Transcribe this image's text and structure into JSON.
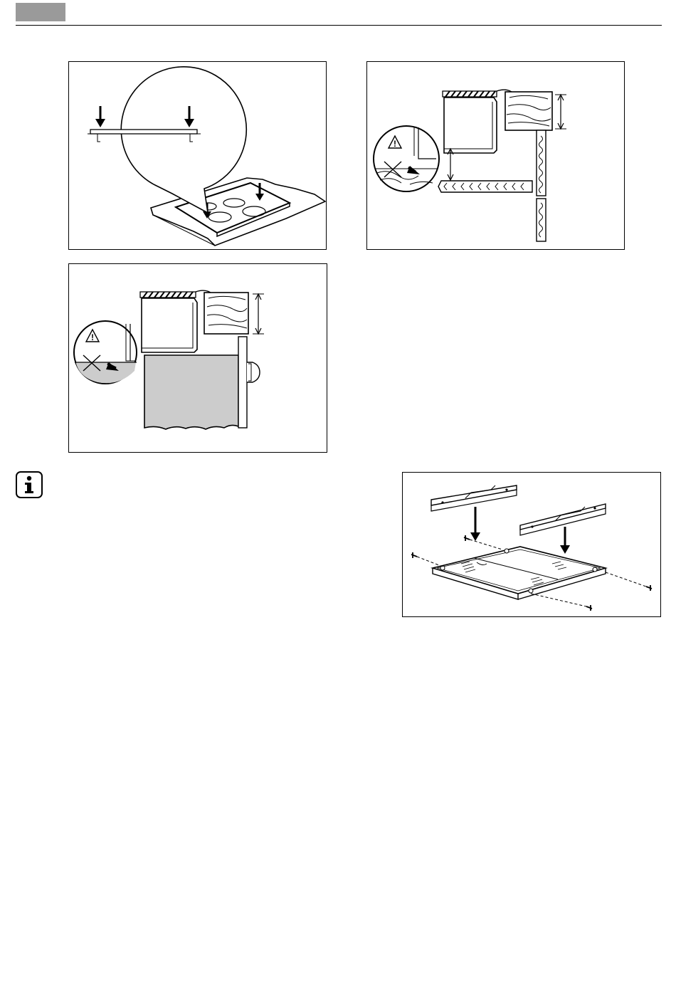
{
  "header": {
    "tab_color": "#9a9a9a"
  },
  "figures": {
    "hob_installation": {
      "icon": "hob-press-into-worktop-illustration"
    },
    "clearance_open_space": {
      "icon": "clearance-warning-illustration",
      "warning_icon": "warning-triangle-icon"
    },
    "clearance_oven_below": {
      "icon": "oven-below-clearance-illustration",
      "warning_icon": "warning-triangle-icon"
    },
    "protection_box_assembly": {
      "icon": "protection-box-assembly-illustration"
    }
  },
  "info": {
    "icon": "info-icon"
  }
}
